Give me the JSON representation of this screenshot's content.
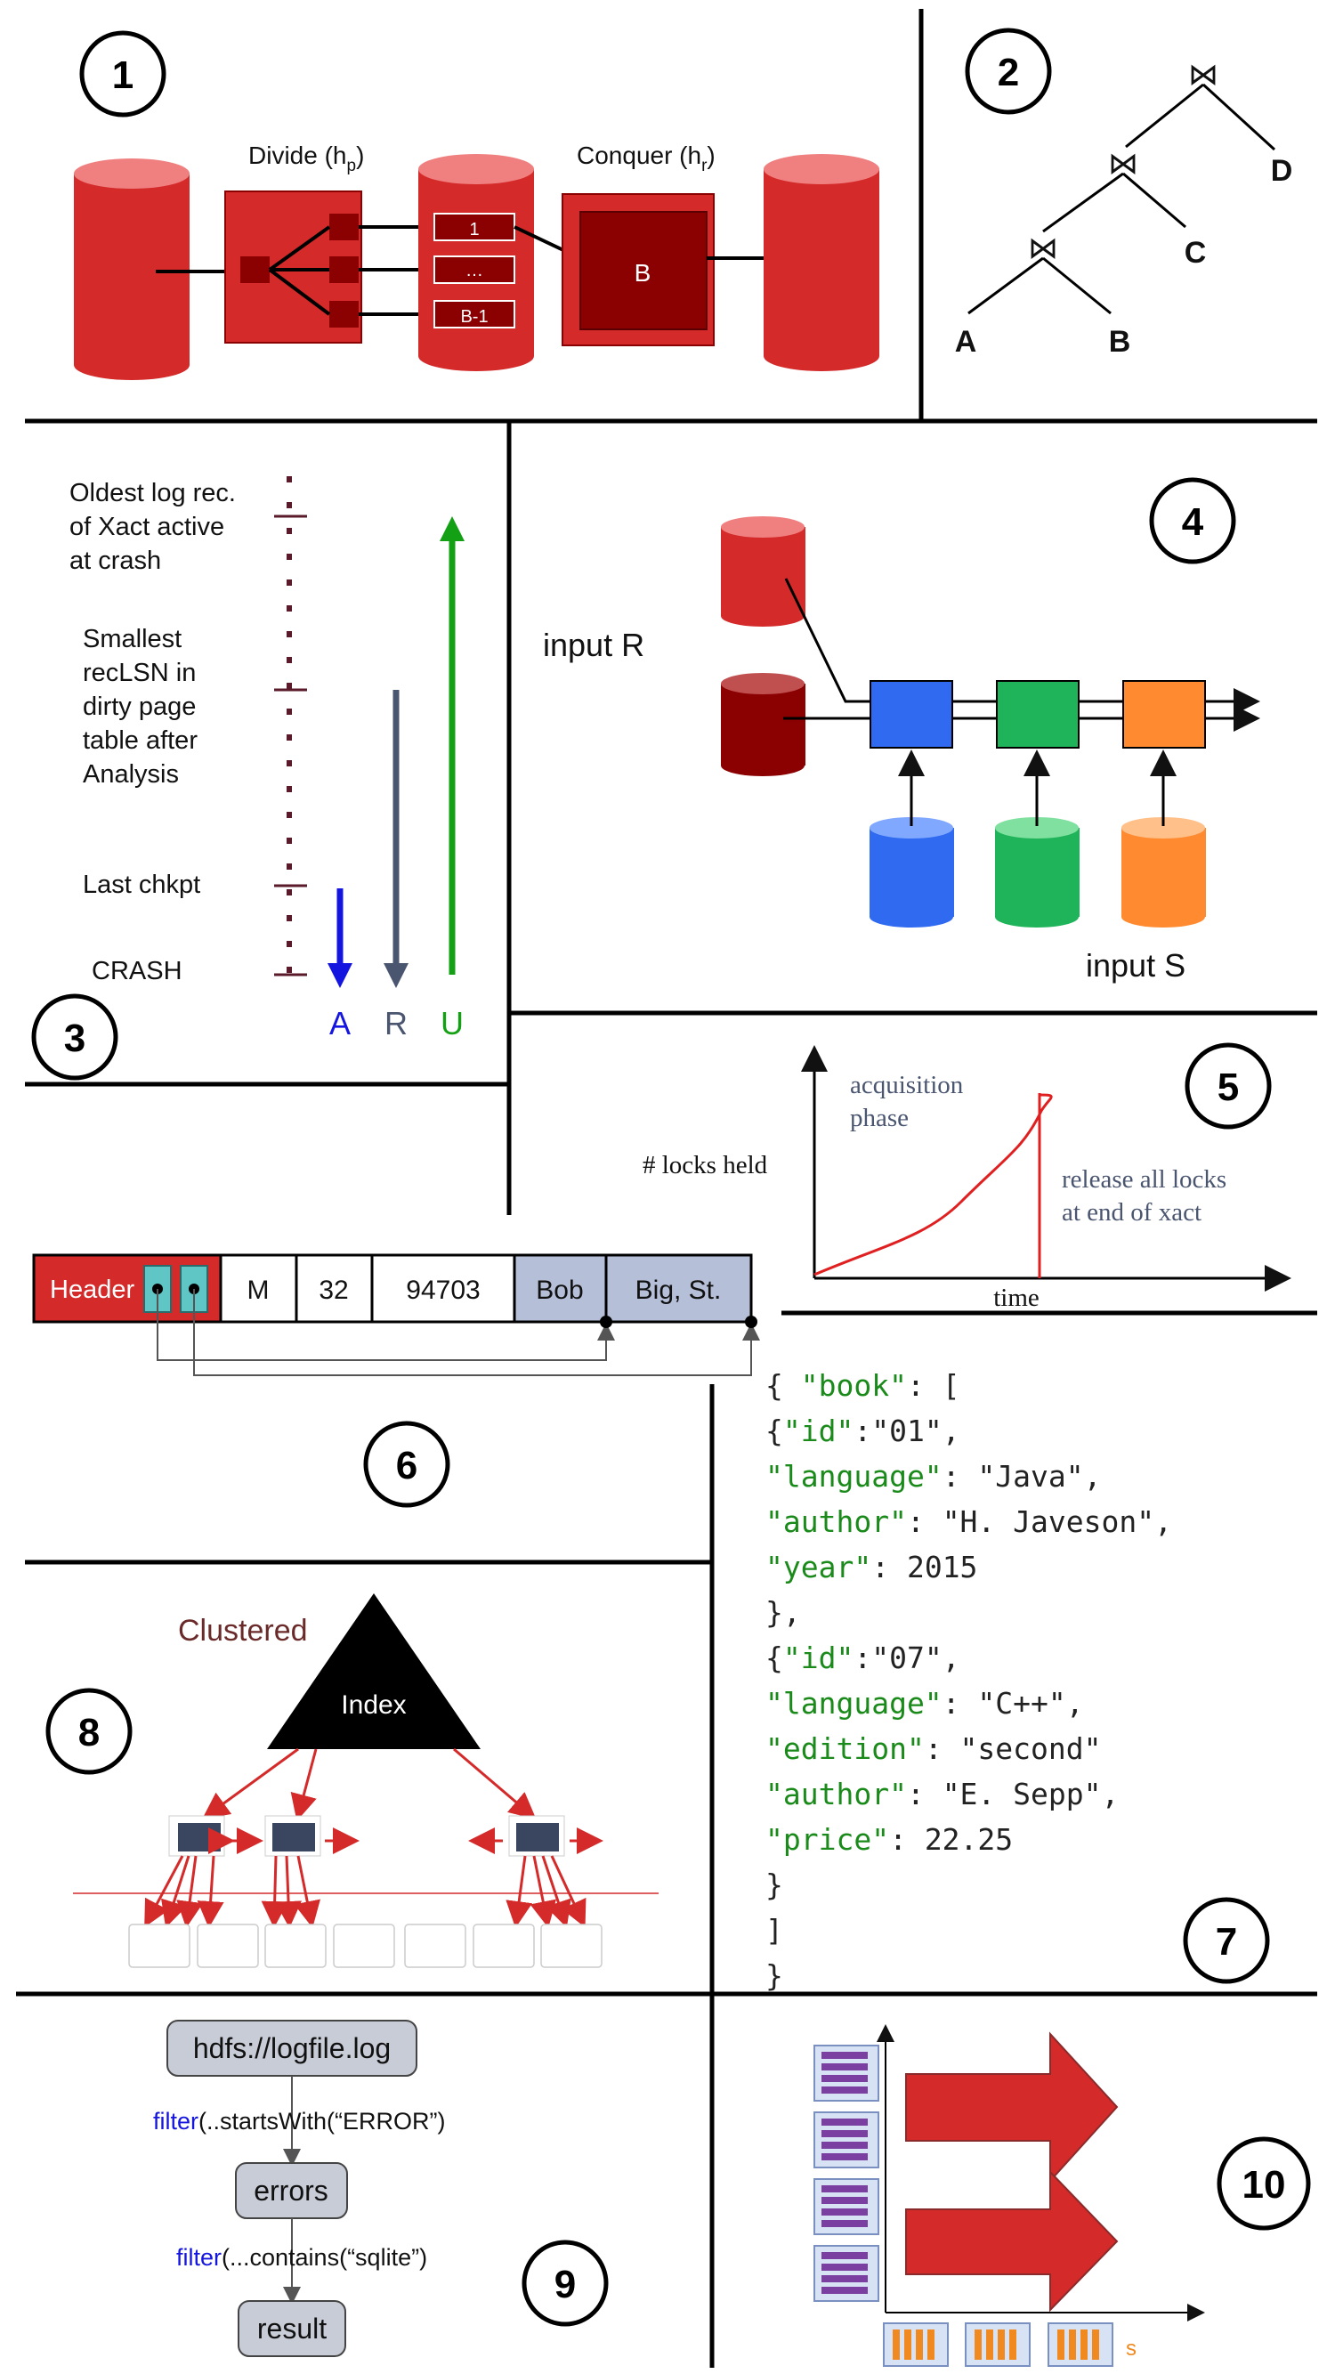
{
  "panels": {
    "p1": {
      "number": "1",
      "divide": "Divide (h",
      "divide_sub": "p",
      "conquer": "Conquer (h",
      "conquer_sub": "r",
      "close_paren": ")",
      "part1": "1",
      "part_dots": "…",
      "part_last": "B-1",
      "buffer": "B"
    },
    "p2": {
      "number": "2",
      "join_symbol": "⋈",
      "A": "A",
      "B": "B",
      "C": "C",
      "D": "D"
    },
    "p3": {
      "number": "3",
      "label_oldest": [
        "Oldest log rec.",
        "of Xact active",
        "at crash"
      ],
      "label_smallest": [
        "Smallest",
        "recLSN in",
        "dirty page",
        "table after",
        "Analysis"
      ],
      "label_chkpt": "Last chkpt",
      "label_crash": "CRASH",
      "A": "A",
      "R": "R",
      "U": "U",
      "colors": {
        "A": "#1515e0",
        "R": "#4a5570",
        "U": "#14a014"
      }
    },
    "p4": {
      "number": "4",
      "inputR": "input R",
      "inputS": "input S",
      "colors": {
        "blue": "#2f6af0",
        "green": "#1fb45a",
        "orange": "#ff8a30",
        "red": "#d42a2a",
        "darkred": "#8b0000"
      }
    },
    "p5": {
      "number": "5",
      "acquisition": [
        "acquisition",
        "phase"
      ],
      "release": [
        "release all locks",
        "at end of xact"
      ],
      "ylabel": "# locks held",
      "xlabel": "time"
    },
    "p6": {
      "number": "6",
      "header": "Header",
      "cells": [
        "M",
        "32",
        "94703",
        "Bob",
        "Big, St."
      ]
    },
    "p7": {
      "number": "7",
      "lines": [
        [
          "{   ",
          "\"book\"",
          ": ["
        ],
        [
          "      {",
          "\"id\"",
          ":\"01\","
        ],
        [
          "       ",
          "\"language\"",
          ": \"Java\","
        ],
        [
          "       ",
          "\"author\"",
          ": \"H. Javeson\","
        ],
        [
          "       ",
          "\"year\"",
          ": 2015"
        ],
        [
          "      },",
          "",
          ""
        ],
        [
          "      {",
          "\"id\"",
          ":\"07\","
        ],
        [
          "       ",
          "\"language\"",
          ": \"C++\","
        ],
        [
          "       ",
          "\"edition\"",
          ": \"second\""
        ],
        [
          "       ",
          "\"author\"",
          ": \"E. Sepp\","
        ],
        [
          "       ",
          "\"price\"",
          ": 22.25"
        ],
        [
          "      }",
          "",
          ""
        ],
        [
          "   ]",
          "",
          ""
        ],
        [
          "}",
          "",
          ""
        ]
      ]
    },
    "p8": {
      "number": "8",
      "clustered": "Clustered",
      "index": "Index"
    },
    "p9": {
      "number": "9",
      "box1": "hdfs://logfile.log",
      "box2": "errors",
      "box3": "result",
      "filter1_kw": "filter",
      "filter1_rest": "(..startsWith(“ERROR”)",
      "filter2_kw": "filter",
      "filter2_rest": "(...contains(“sqlite”)"
    },
    "p10": {
      "number": "10",
      "s_label": "s"
    }
  }
}
